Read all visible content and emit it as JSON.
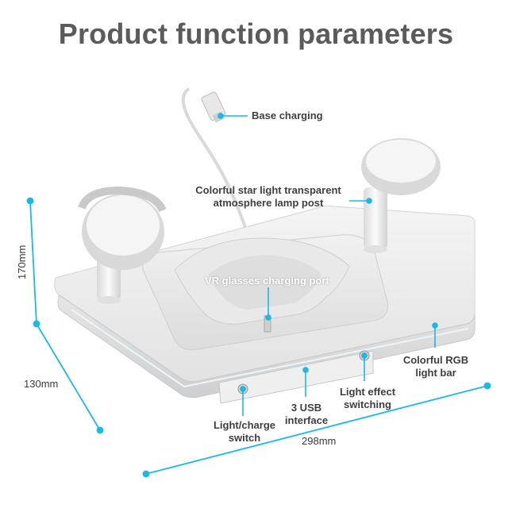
{
  "title": "Product function parameters",
  "colors": {
    "accent": "#1ab8e8",
    "text": "#3f3f3f",
    "title": "#5b5b5b"
  },
  "callouts": {
    "base_charging": "Base charging",
    "lamp_post": [
      "Colorful star light transparent",
      "atmosphere lamp post"
    ],
    "vr_port": "VR glasses charging port",
    "rgb_bar": [
      "Colorful RGB",
      "light bar"
    ],
    "light_effect": [
      "Light effect",
      "switching"
    ],
    "usb": [
      "3 USB",
      "interface"
    ],
    "light_charge": [
      "Light/charge",
      "switch"
    ]
  },
  "dimensions": {
    "height": "170mm",
    "depth": "130mm",
    "width": "298mm"
  }
}
